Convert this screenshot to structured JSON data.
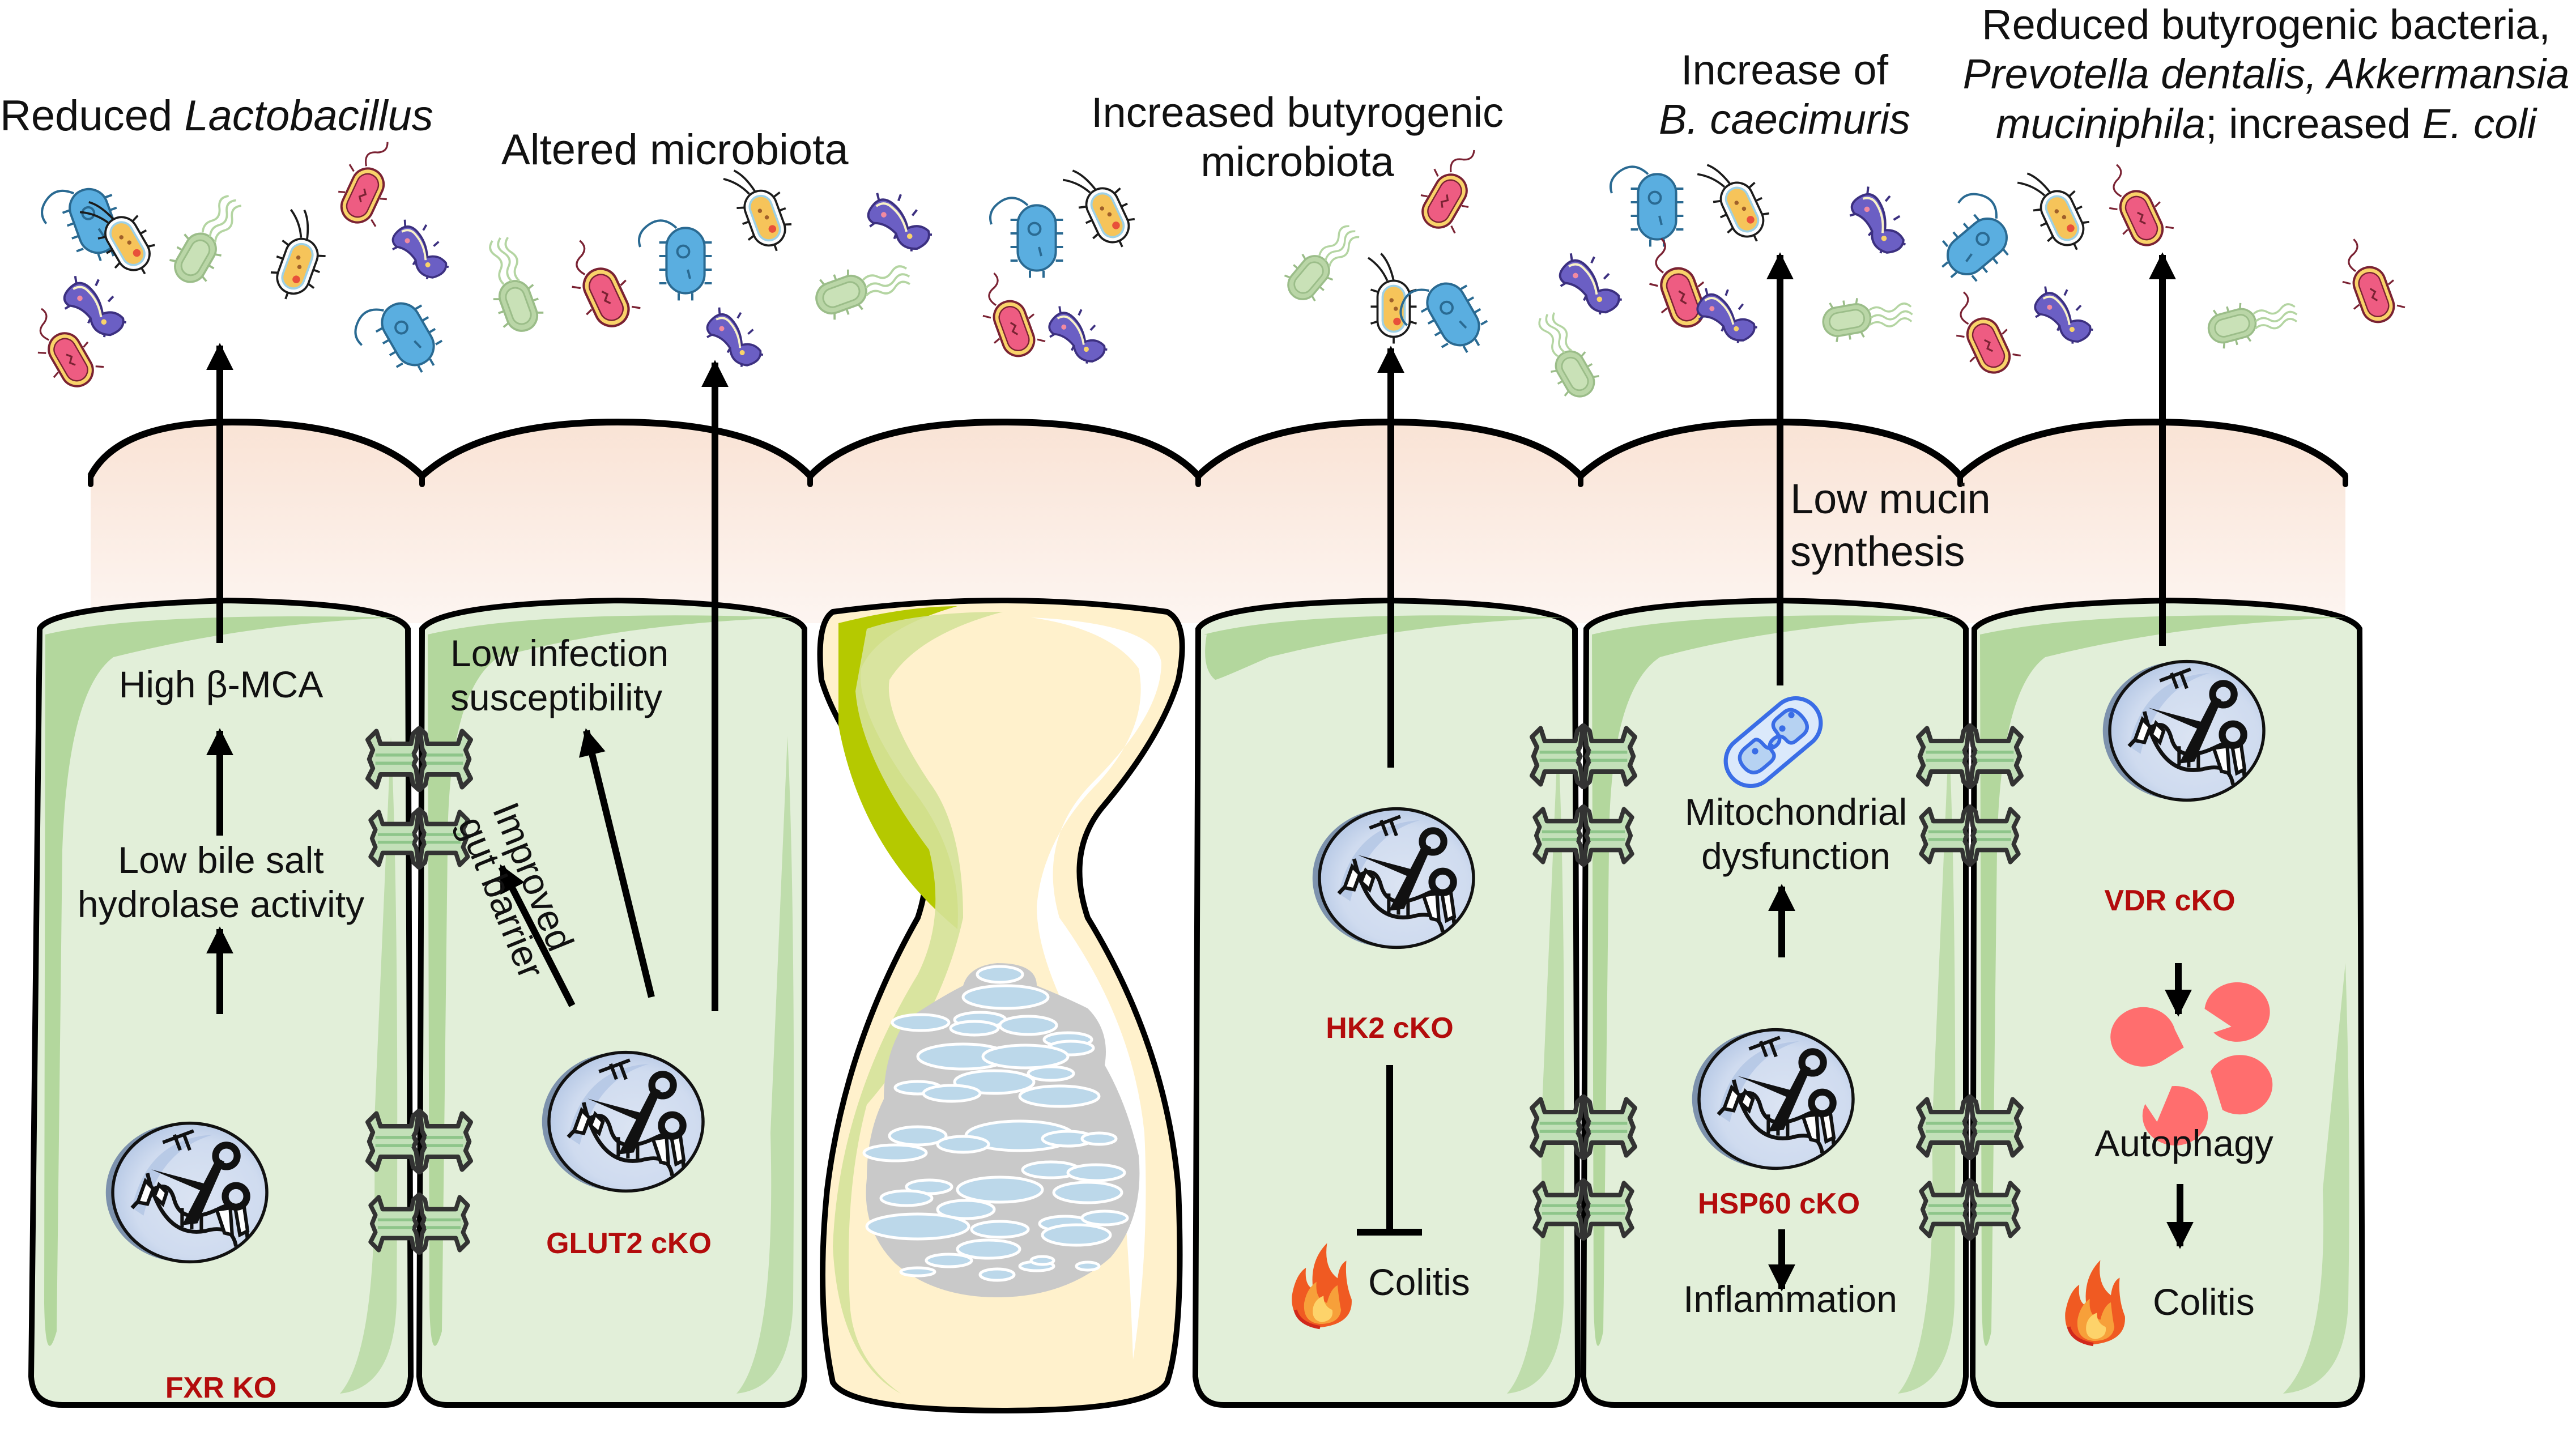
{
  "figure": {
    "title_labels": {
      "reduced_lactobacillus": {
        "prefix": "Reduced ",
        "italic": "Lactobacillus"
      },
      "altered_microbiota": "Altered microbiota",
      "increased_butyrogenic": {
        "line1": "Increased  butyrogenic",
        "line2": "microbiota"
      },
      "increase_b_caecimuris": {
        "line1": "Increase of",
        "line2_italic": "B. caecimuris"
      },
      "reduced_butyrogenic": {
        "line1": "Reduced butyrogenic bacteria,",
        "line2_italic": "Prevotella dentalis, Akkermansia",
        "line3_italic_a": "muciniphila",
        "line3_plain": "; increased ",
        "line3_italic_b": "E. coli"
      }
    },
    "mucus_layer": {
      "label_line1": "Low mucin",
      "label_line2": "synthesis"
    },
    "cells": [
      {
        "id": "fxr",
        "knockout_label": "FXR KO",
        "texts": [
          "High β-MCA",
          "Low bile salt",
          "hydrolase activity"
        ]
      },
      {
        "id": "glut2",
        "knockout_label": "GLUT2 cKO",
        "texts": [
          "Low infection",
          "susceptibility"
        ],
        "rotated_text": [
          "Improved",
          "gut barrier"
        ]
      },
      {
        "id": "goblet",
        "type": "goblet-cell"
      },
      {
        "id": "hk2",
        "knockout_label": "HK2 cKO",
        "texts": [
          "Colitis"
        ]
      },
      {
        "id": "hsp60",
        "knockout_label": "HSP60 cKO",
        "texts": [
          "Mitochondrial",
          "dysfunction",
          "Inflammation"
        ]
      },
      {
        "id": "vdr",
        "knockout_label": "VDR cKO",
        "texts": [
          "Autophagy",
          "Colitis"
        ]
      }
    ],
    "colors": {
      "ko_red": "#b30c0c",
      "mucus": "#f9e4d8",
      "cell_fill": "#e2efd9",
      "cell_shade": "#a8d18d",
      "nucleus": "#d6e0f0",
      "nucleus_shadow": "#7d92ad",
      "goblet_fill": "#fff1cc",
      "goblet_green": "#b5c900",
      "vesicle": "#bcd8ea",
      "mito_blue": "#3a6de6",
      "autophagy": "#ff6e6e"
    }
  }
}
